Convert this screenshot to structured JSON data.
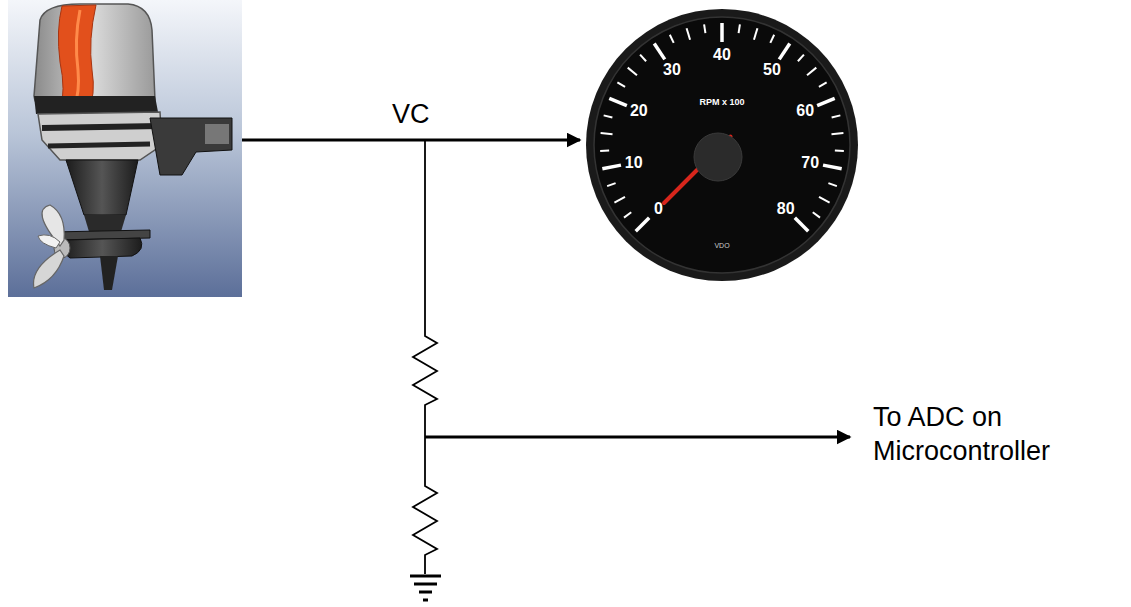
{
  "diagram": {
    "nodes": [
      {
        "text": [
          "0",
          "10",
          "20",
          "30",
          "40",
          "50",
          "60",
          "70",
          "80",
          "RPM x 100",
          "VDO"
        ]
      }
    ],
    "labels": [
      "VC",
      "To ADC on Microcontroller"
    ]
  }
}
